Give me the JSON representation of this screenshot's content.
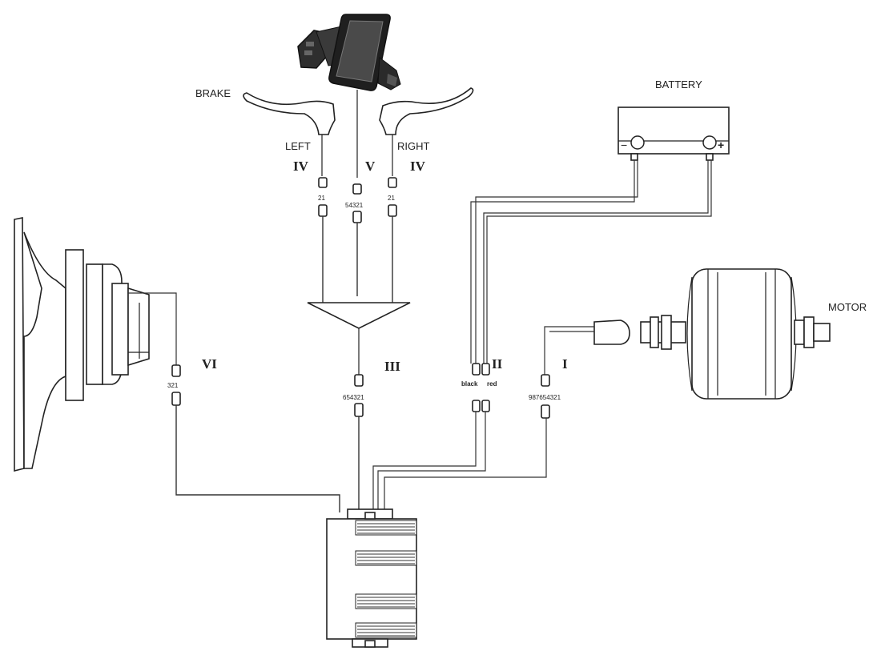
{
  "labels": {
    "brake": "BRAKE",
    "left": "LEFT",
    "right": "RIGHT",
    "battery": "BATTERY",
    "motor": "MOTOR",
    "battery_minus": "−",
    "battery_plus": "+",
    "black": "black",
    "red": "red"
  },
  "connectors": {
    "left_brake": {
      "roman": "IV",
      "pins": "21"
    },
    "display": {
      "roman": "V",
      "pins": "54321"
    },
    "right_brake": {
      "roman": "IV",
      "pins": "21"
    },
    "pas_sensor": {
      "roman": "VI",
      "pins": "321"
    },
    "hub_cable": {
      "roman": "III",
      "pins": "654321"
    },
    "battery": {
      "roman": "II"
    },
    "motor": {
      "roman": "I",
      "pins": "987654321"
    }
  },
  "colors": {
    "line": "#333333",
    "display_screen": "#4a4a4a",
    "background": "#ffffff"
  }
}
